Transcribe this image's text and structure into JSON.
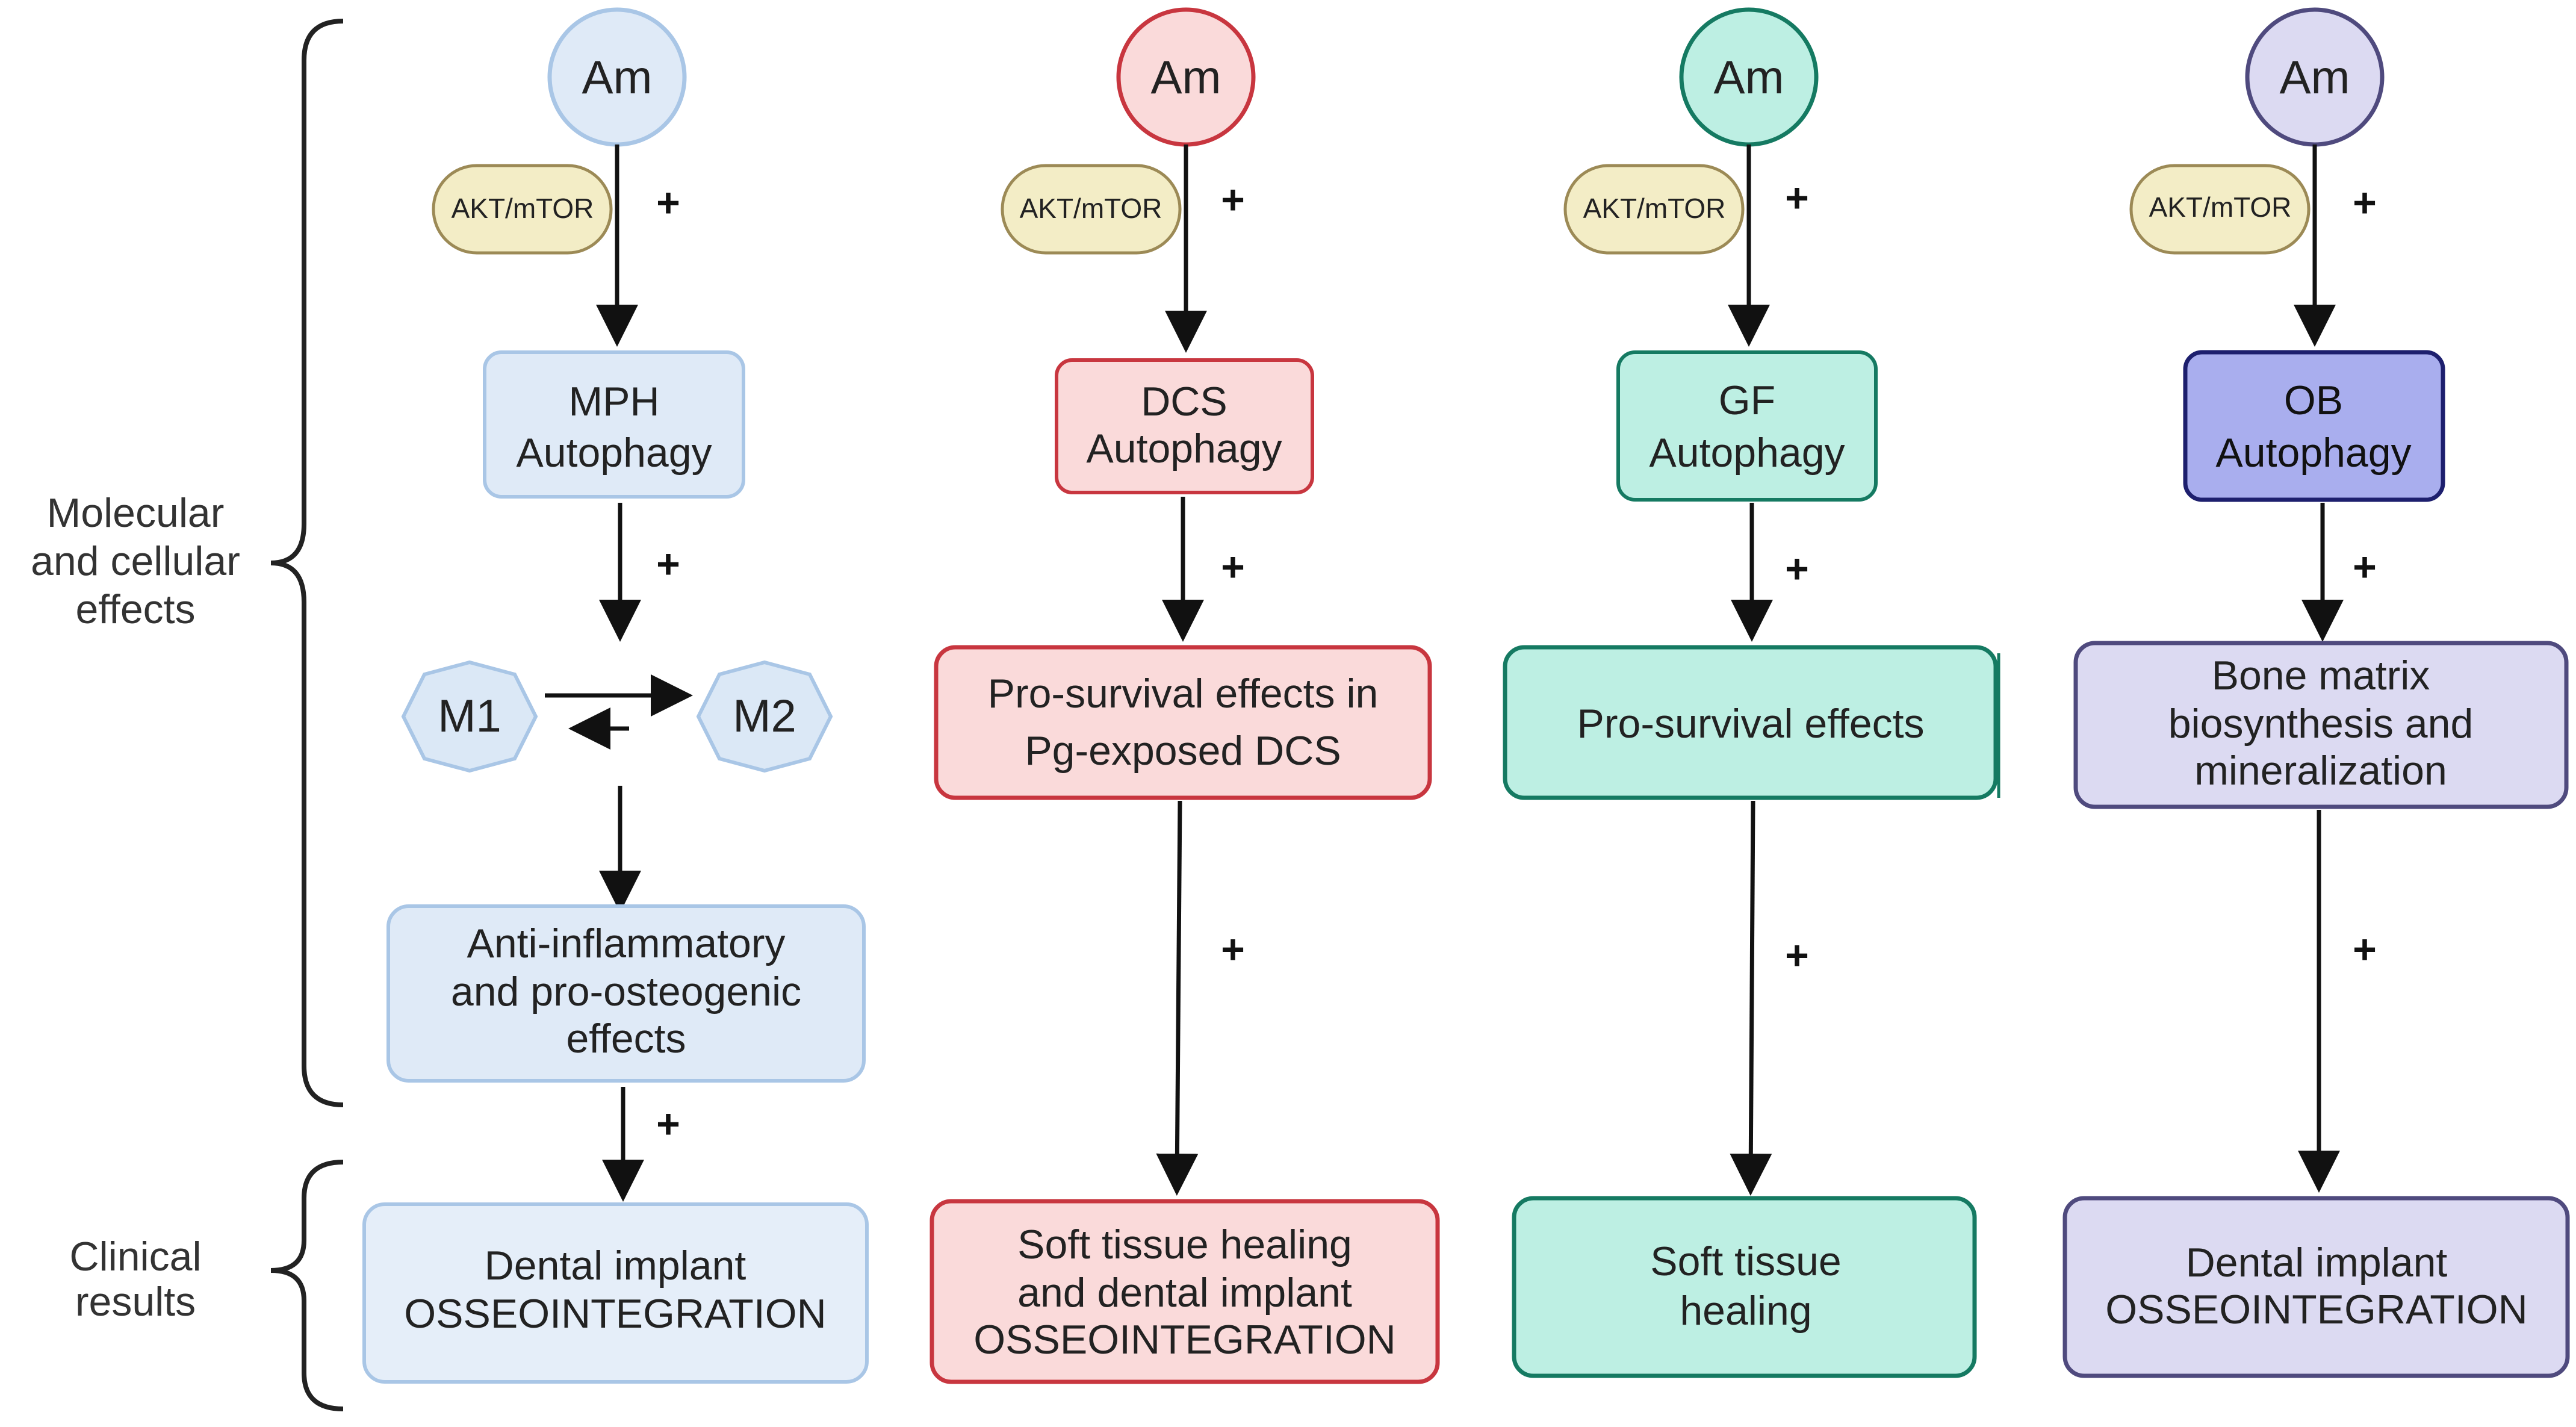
{
  "side_labels": {
    "molecular": [
      "Molecular",
      "and cellular",
      "effects"
    ],
    "clinical": [
      "Clinical",
      "results"
    ]
  },
  "plus_sign": "+",
  "pathway_label": "AKT/mTOR",
  "macrophage_states": {
    "m1": "M1",
    "m2": "M2"
  },
  "columns": [
    {
      "id": "mph",
      "colors": {
        "fill": "#dfeaf7",
        "stroke": "#a9c6e6",
        "text": "#333333"
      },
      "stimulus": "Am",
      "autophagy": [
        "MPH",
        "Autophagy"
      ],
      "effect": [
        "Anti-inflammatory",
        "and pro-osteogenic",
        "effects"
      ],
      "clinical": [
        "Dental implant",
        "OSSEOINTEGRATION"
      ]
    },
    {
      "id": "dcs",
      "colors": {
        "fill": "#fadada",
        "stroke": "#c8363f",
        "text": "#222222"
      },
      "stimulus": "Am",
      "autophagy": [
        "DCS",
        "Autophagy"
      ],
      "effect": [
        "Pro-survival effects in",
        "Pg-exposed DCS"
      ],
      "clinical": [
        "Soft tissue healing",
        "and dental implant",
        "OSSEOINTEGRATION"
      ]
    },
    {
      "id": "gf",
      "colors": {
        "fill": "#bdefe3",
        "stroke": "#157a62",
        "text": "#111111"
      },
      "stimulus": "Am",
      "autophagy": [
        "GF",
        "Autophagy"
      ],
      "effect": [
        "Pro-survival effects"
      ],
      "clinical": [
        "Soft tissue",
        "healing"
      ]
    },
    {
      "id": "ob",
      "colors": {
        "fill": "#dcdaf2",
        "stroke": "#4f4a7e",
        "text": "#222222",
        "autophagy_fill": "#a9aeee",
        "autophagy_stroke": "#1d1f6e"
      },
      "stimulus": "Am",
      "autophagy": [
        "OB",
        "Autophagy"
      ],
      "effect": [
        "Bone matrix",
        "biosynthesis and",
        "mineralization"
      ],
      "clinical": [
        "Dental implant",
        "OSSEOINTEGRATION"
      ]
    }
  ],
  "accents": {
    "pill_fill": "#f3edc6",
    "pill_stroke": "#9c8a56",
    "hex_fill": "#dbe8f6",
    "hex_stroke": "#a9c6e6",
    "arrow": "#111111",
    "brace": "#222222"
  }
}
